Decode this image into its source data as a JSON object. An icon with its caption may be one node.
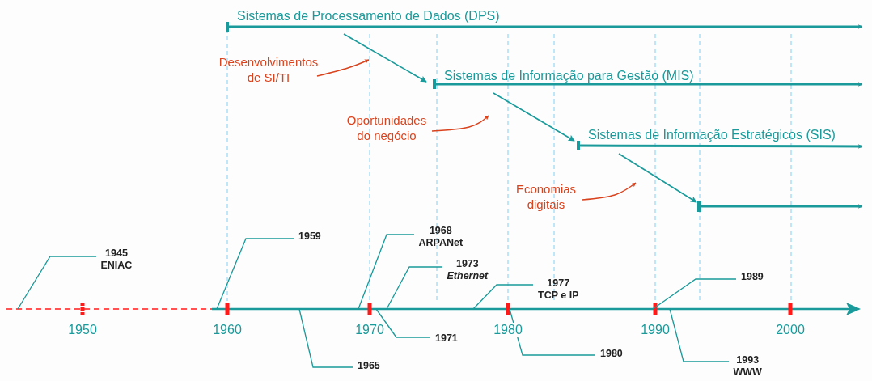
{
  "diagram": {
    "nodes": [
      {
        "text": [
          "Sistemas de Processamento de Dados (DPS)"
        ]
      },
      {
        "text": [
          "Sistemas de Informação para Gestão (MIS)"
        ]
      },
      {
        "text": [
          "Sistemas de Informação Estratégicos (SIS)"
        ]
      },
      {
        "text": [],
        "shape": "bar"
      },
      {
        "text": [
          "Desenvolvimentos de SI/TI"
        ]
      },
      {
        "text": [
          "Oportunidades do negócio"
        ]
      },
      {
        "text": [
          "Economias digitais"
        ]
      },
      {
        "text": [
          "1945",
          "ENIAC"
        ]
      },
      {
        "text": [
          "1959"
        ]
      },
      {
        "text": [
          "1968",
          "ARPANet"
        ]
      },
      {
        "text": [
          "1973",
          "*Ethernet*"
        ]
      },
      {
        "text": [
          "1977",
          "TCP e IP"
        ]
      },
      {
        "text": [
          "1989"
        ]
      },
      {
        "text": [
          "1965"
        ]
      },
      {
        "text": [
          "1971"
        ]
      },
      {
        "text": [
          "1980"
        ]
      },
      {
        "text": [
          "1993",
          "WWW"
        ]
      }
    ],
    "edges": [
      {
        "from": 0,
        "to": null,
        "arrow": "to",
        "style": "thick"
      },
      {
        "from": 1,
        "to": null,
        "arrow": "to",
        "style": "thick"
      },
      {
        "from": 2,
        "to": null,
        "arrow": "to",
        "style": "thick"
      },
      {
        "from": 3,
        "to": null,
        "arrow": "to",
        "style": "thick"
      },
      {
        "from": 0,
        "to": 1,
        "arrow": "to"
      },
      {
        "from": 1,
        "to": 2,
        "arrow": "to"
      },
      {
        "from": 2,
        "to": 3,
        "arrow": "to"
      },
      {
        "from": 4,
        "to": null,
        "arrow": "to",
        "color": "#d9431e"
      },
      {
        "from": 5,
        "to": null,
        "arrow": "to",
        "color": "#d9431e"
      },
      {
        "from": 6,
        "to": null,
        "arrow": "to",
        "color": "#d9431e"
      },
      {
        "from": 7,
        "to": null,
        "arrow": "none"
      },
      {
        "from": 8,
        "to": null,
        "arrow": "none"
      },
      {
        "from": 9,
        "to": null,
        "arrow": "none"
      },
      {
        "from": 10,
        "to": null,
        "arrow": "none"
      },
      {
        "from": 11,
        "to": null,
        "arrow": "none"
      },
      {
        "from": 12,
        "to": null,
        "arrow": "none"
      },
      {
        "from": 13,
        "to": null,
        "arrow": "none"
      },
      {
        "from": 14,
        "to": null,
        "arrow": "none"
      },
      {
        "from": 15,
        "to": null,
        "arrow": "none"
      },
      {
        "from": 16,
        "to": null,
        "arrow": "none"
      }
    ],
    "labels": [
      "1950",
      "1960",
      "1970",
      "1980",
      "1990",
      "2000"
    ]
  }
}
